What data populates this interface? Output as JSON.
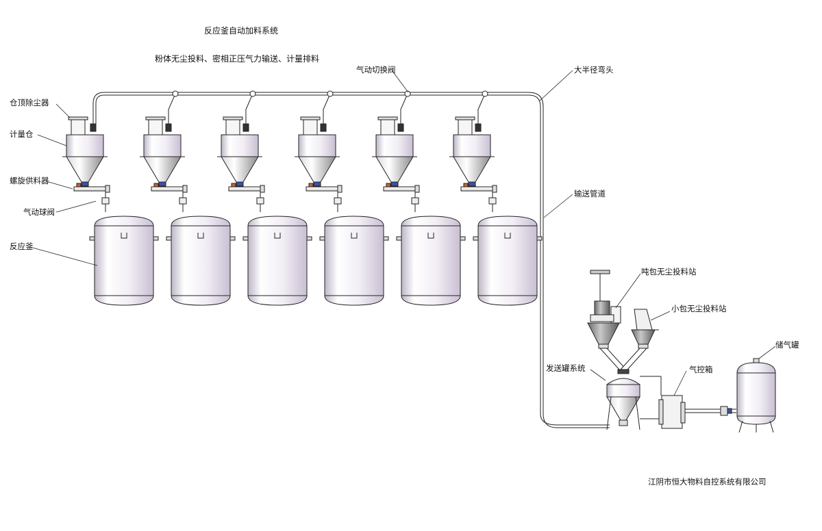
{
  "title": "反应釜自动加料系统",
  "subtitle": "粉体无尘投料、密相正压气力输送、计量排料",
  "company": "江阴市恒大物料自控系统有限公司",
  "labels": {
    "dust_collector": "仓顶除尘器",
    "weigh_bin": "计量仓",
    "screw_feeder": "螺旋供料器",
    "ball_valve": "气动球阀",
    "reactor": "反应釜",
    "switch_valve": "气动切换阀",
    "elbow": "大半径弯头",
    "pipeline": "输送管道",
    "ton_bag_station": "吨包无尘投料站",
    "small_bag_station": "小包无尘投料站",
    "sender_system": "发送罐系统",
    "control_box": "气控箱",
    "air_tank": "储气罐"
  },
  "reactor_count": 6,
  "colors": {
    "line": "#222222",
    "vessel_light": "#ffffff",
    "vessel_dark": "#cfc6d8",
    "cone_dark": "#8f8f8f",
    "valve_orange": "#c86428",
    "valve_blue": "#3c50a8"
  }
}
